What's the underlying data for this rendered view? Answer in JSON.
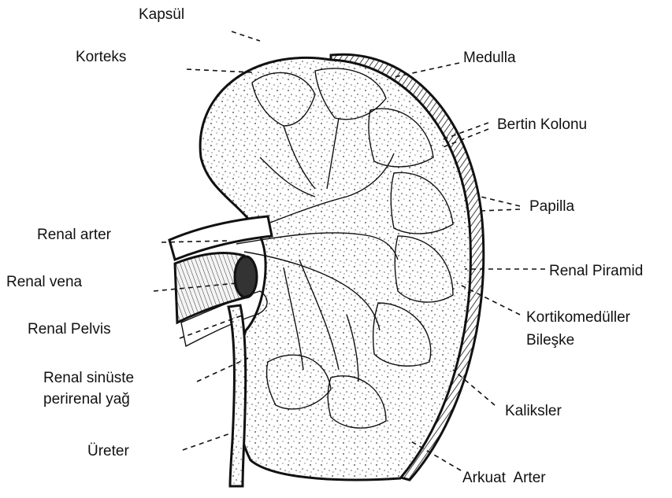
{
  "figure": {
    "labels": {
      "kapsul": "Kapsül",
      "korteks": "Korteks",
      "medulla": "Medulla",
      "bertin": "Bertin Kolonu",
      "papilla": "Papilla",
      "renal_arter": "Renal arter",
      "renal_piramid": "Renal Piramid",
      "renal_vena": "Renal vena",
      "renal_pelvis": "Renal Pelvis",
      "kortikomeduller_1": "Kortikomedüller",
      "kortikomeduller_2": "Bileşke",
      "sinus_1": "Renal sinüste",
      "sinus_2": "perirenal yağ",
      "kaliksler": "Kaliksler",
      "ureter": "Üreter",
      "arkuat": "Arkuat  Arter"
    }
  }
}
